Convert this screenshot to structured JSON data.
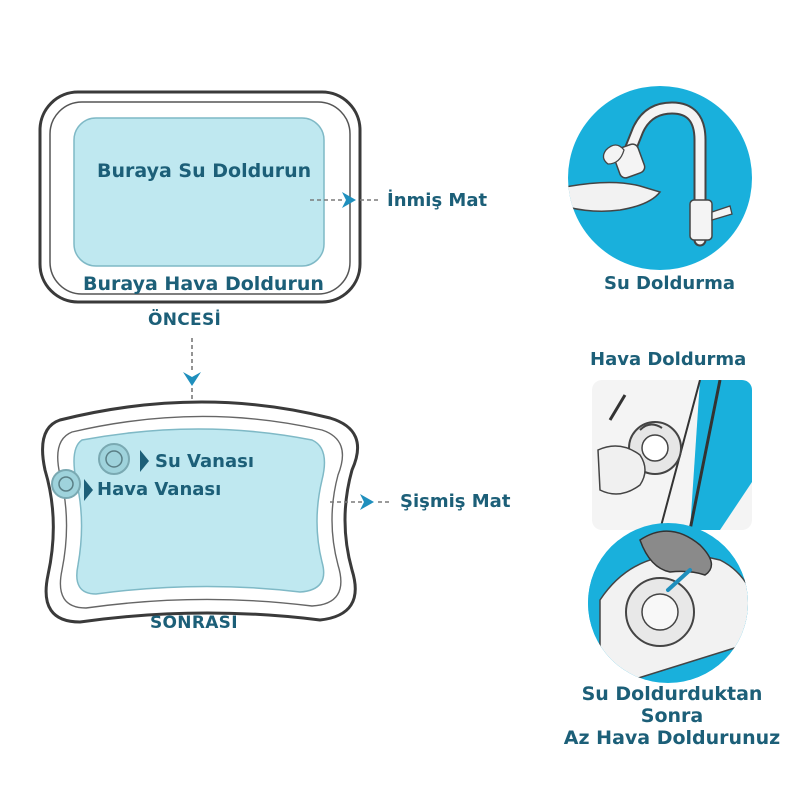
{
  "colors": {
    "text": "#1c5f78",
    "arrow": "#1f8fbd",
    "water": "#bfe8f0",
    "accent": "#19b0dc",
    "outline": "#3a3a3a"
  },
  "before": {
    "water_label": "Buraya Su Doldurun",
    "air_label": "Buraya Hava Doldurun",
    "caption": "ÖNCESİ",
    "callout": "İnmiş Mat"
  },
  "after": {
    "water_valve": "Su Vanası",
    "air_valve": "Hava Vanası",
    "caption": "SONRASI",
    "callout": "Şişmiş Mat"
  },
  "steps": {
    "water_fill": "Su Doldurma",
    "air_fill": "Hava Doldurma",
    "final_line1": "Su Doldurduktan Sonra",
    "final_line2": "Az Hava Doldurunuz"
  },
  "icons": [
    "faucet-icon",
    "air-valve-photo",
    "mouth-valve-photo",
    "valve-icon",
    "arrow-right-icon",
    "arrow-down-icon"
  ]
}
